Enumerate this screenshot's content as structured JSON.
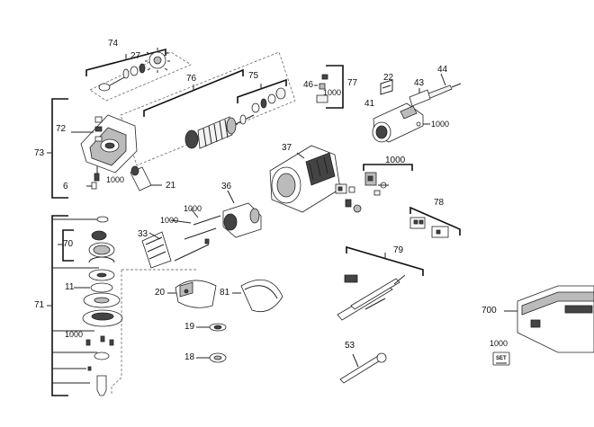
{
  "labels": {
    "p74": "74",
    "p27": "27",
    "p76": "76",
    "p75": "75",
    "p77": "77",
    "p46": "46",
    "p1000_77": "1000",
    "p22": "22",
    "p44": "44",
    "p43": "43",
    "p41": "41",
    "p1000_41": "1000",
    "p72": "72",
    "p73": "73",
    "p6": "6",
    "p1000_73": "1000",
    "p21": "21",
    "p37": "37",
    "p1000_box": "1000",
    "p36": "36",
    "p1000_36": "1000",
    "p1000_33": "1000",
    "p33": "33",
    "p78": "78",
    "p79": "79",
    "p70": "70",
    "p11": "11",
    "p71": "71",
    "p1000_71": "1000",
    "p20": "20",
    "p81": "81",
    "p19": "19",
    "p18": "18",
    "p53": "53",
    "p700": "700",
    "p1000_set": "1000",
    "set_text": "SET"
  }
}
